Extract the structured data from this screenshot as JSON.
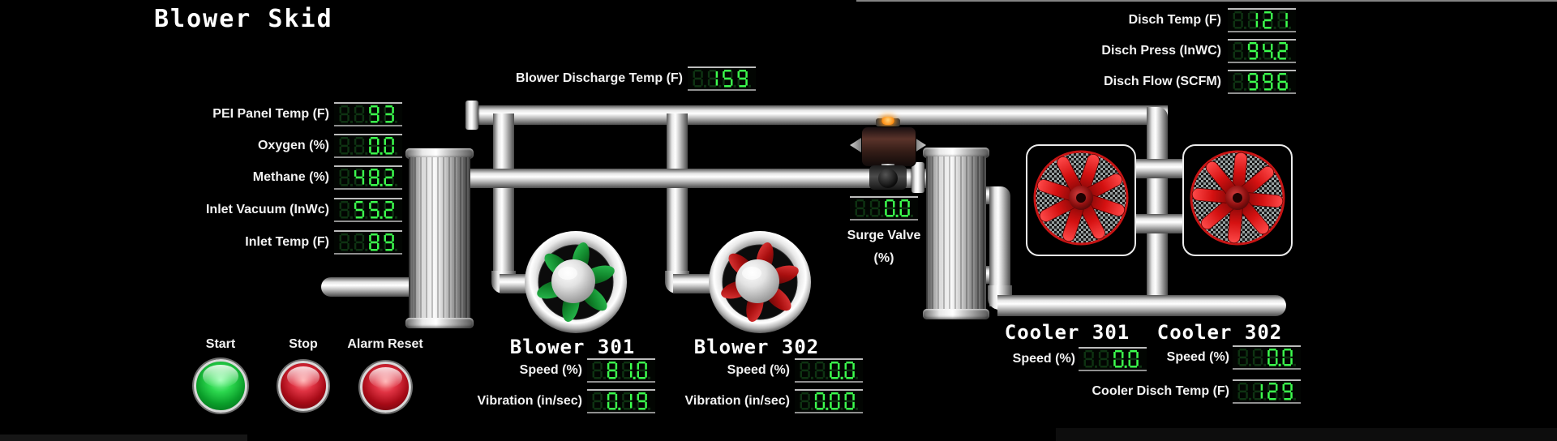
{
  "title": "Blower Skid",
  "readouts": {
    "disch_temp": {
      "label": "Disch Temp (F)",
      "value": "121"
    },
    "disch_press": {
      "label": "Disch Press (InWC)",
      "value": "94.2"
    },
    "disch_flow": {
      "label": "Disch Flow (SCFM)",
      "value": "996"
    },
    "pei_panel_temp": {
      "label": "PEI Panel Temp (F)",
      "value": "93"
    },
    "oxygen": {
      "label": "Oxygen (%)",
      "value": "0.0"
    },
    "methane": {
      "label": "Methane (%)",
      "value": "48.2"
    },
    "inlet_vacuum": {
      "label": "Inlet Vacuum (InWc)",
      "value": "55.2"
    },
    "inlet_temp": {
      "label": "Inlet Temp (F)",
      "value": "89"
    },
    "blower_discharge_temp": {
      "label": "Blower Discharge Temp (F)",
      "value": "159"
    },
    "surge_valve": {
      "label": "Surge Valve",
      "unit": "(%)",
      "value": "0.0"
    },
    "blower301_speed": {
      "label": "Speed (%)",
      "value": "81.0"
    },
    "blower301_vibration": {
      "label": "Vibration (in/sec)",
      "value": "0.19"
    },
    "blower302_speed": {
      "label": "Speed (%)",
      "value": "0.0"
    },
    "blower302_vibration": {
      "label": "Vibration (in/sec)",
      "value": "0.00"
    },
    "cooler301_speed": {
      "label": "Speed (%)",
      "value": "0.0"
    },
    "cooler302_speed": {
      "label": "Speed (%)",
      "value": "0.0"
    },
    "cooler_disch_temp": {
      "label": "Cooler Disch Temp (F)",
      "value": "129"
    }
  },
  "equipment": {
    "blower301": "Blower 301",
    "blower302": "Blower 302",
    "cooler301": "Cooler 301",
    "cooler302": "Cooler 302"
  },
  "buttons": {
    "start": "Start",
    "stop": "Stop",
    "alarm_reset": "Alarm Reset"
  },
  "colors": {
    "segment_green": "#3cff4e",
    "segment_ghost_green": "#0e3312",
    "blower301_fan": "#17a833",
    "blower302_fan": "#c41414",
    "cooler_fan": "#e01414",
    "start_button": "#0a9e2a",
    "stop_button": "#a60a16",
    "alarm_reset_button": "#a60a16",
    "valve_indicator": "#ff9a22"
  }
}
